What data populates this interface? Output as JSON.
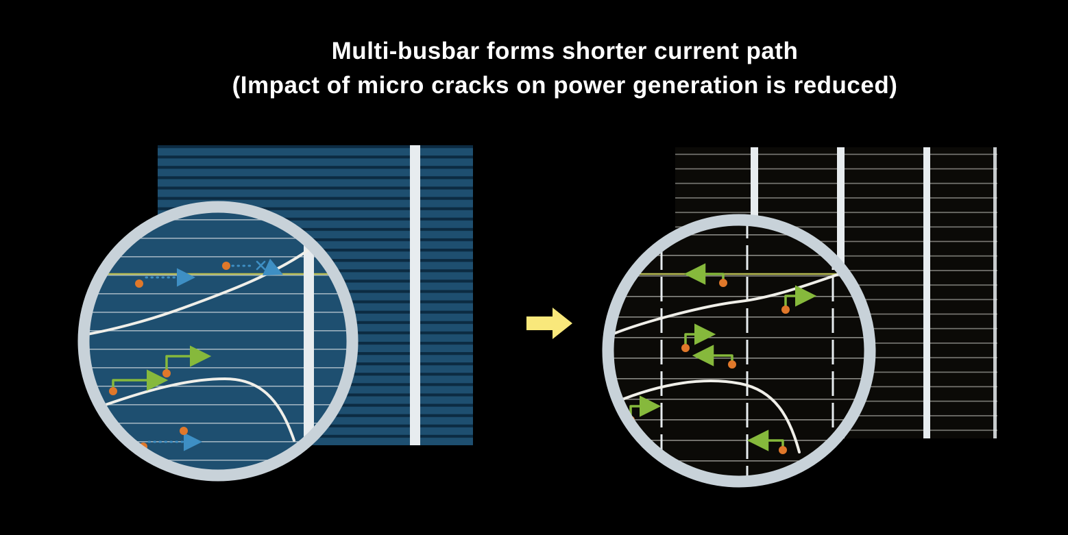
{
  "title": {
    "line1": "Multi-busbar forms shorter current path",
    "line2": "(Impact of micro cracks on power generation is reduced)"
  },
  "icons": {
    "transition_arrow": "block-arrow-right",
    "left_magnifier": "magnifier-circle",
    "right_magnifier": "magnifier-circle"
  },
  "colors": {
    "background": "#000000",
    "title_text": "#ffffff",
    "left_cell_base": "#1e4f70",
    "left_cell_stripe": "#0c2b42",
    "busbar_white": "#e7ecef",
    "magnifier_ring": "#c8d2d9",
    "mag_line_left": "#9fb3c0",
    "right_cell_base": "#0b0a07",
    "right_cell_line": "#7d7d78",
    "mag_line_right": "#8a8a85",
    "crack": "#f0efe9",
    "electron": "#e0782a",
    "long_path": "#3e8fc4",
    "short_path": "#86b93c",
    "busbar_ribbon_yellow": "#b9bd55",
    "arrow_yellow": "#f9e87b"
  }
}
